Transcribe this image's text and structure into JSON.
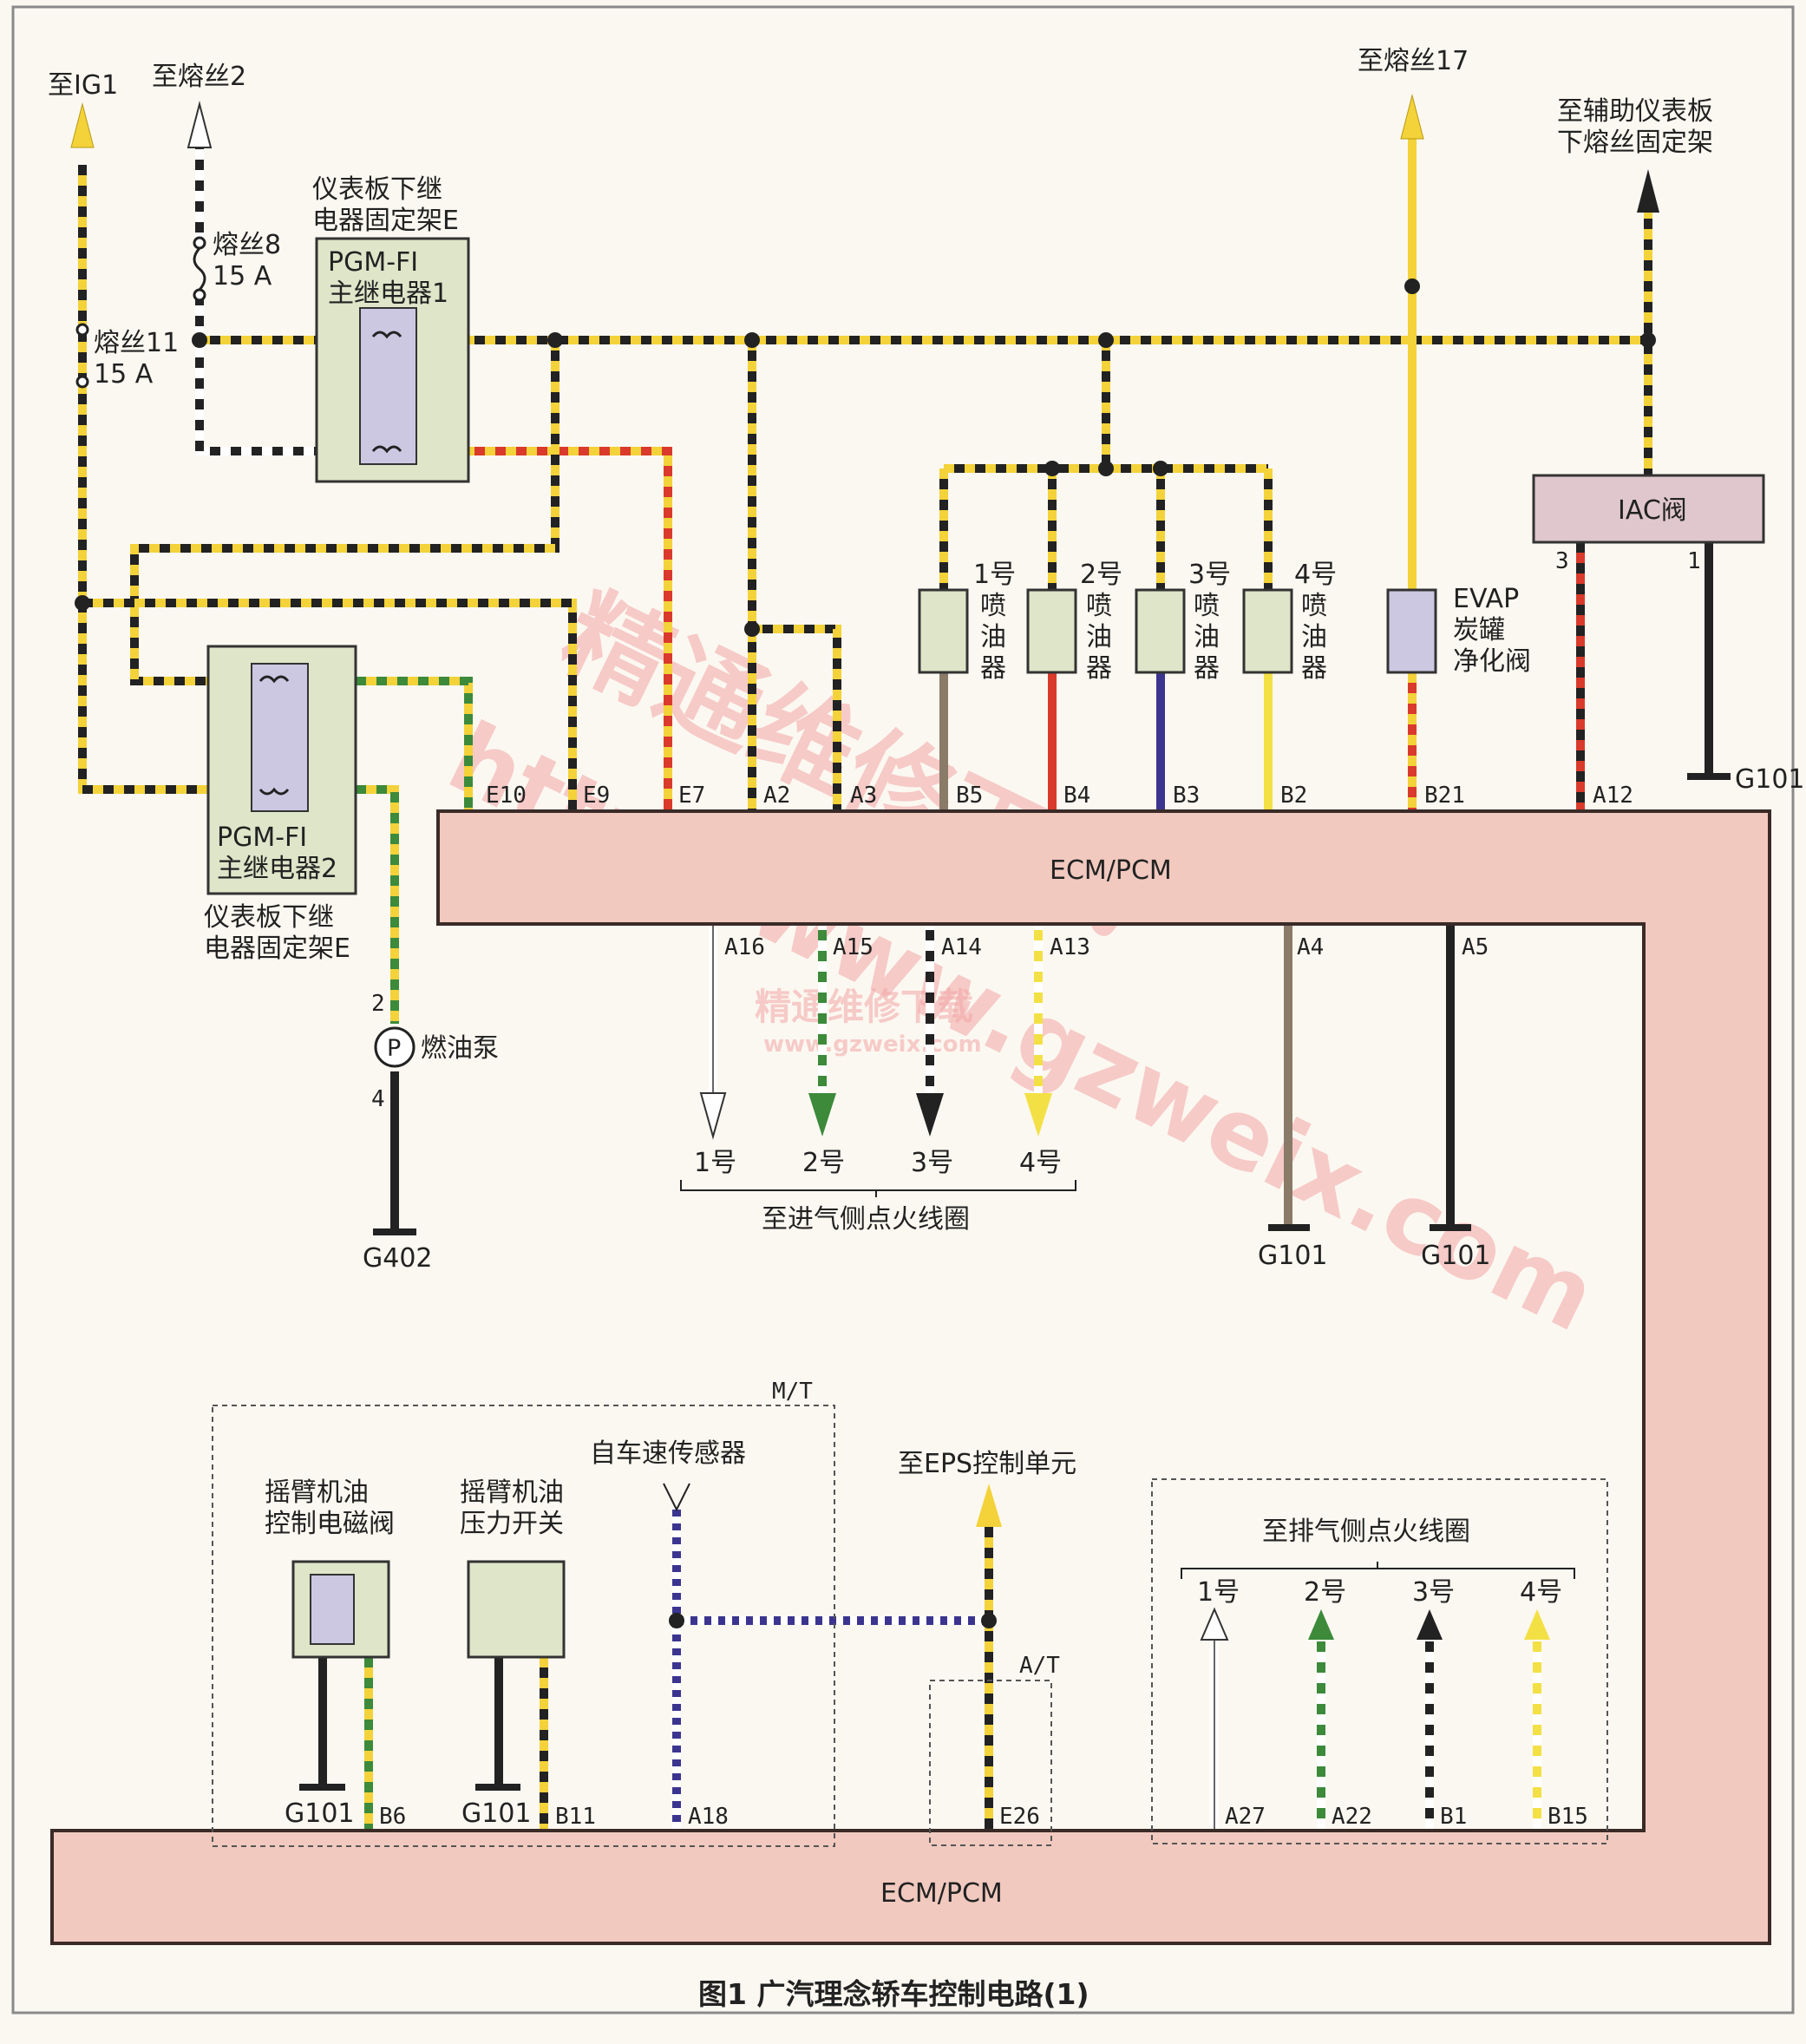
{
  "arrows_top": {
    "ig1": "至IG1",
    "fuse2": "至熔丝2",
    "fuse17": "至熔丝17",
    "aux_fuse": "至辅助仪表板\n下熔丝固定架"
  },
  "fuses": {
    "f8": "熔丝8\n15 A",
    "f11": "熔丝11\n15 A"
  },
  "relay1": {
    "label": "PGM-FI\n主继电器1",
    "bracket": "仪表板下继\n电器固定架E"
  },
  "relay2": {
    "label": "PGM-FI\n主继电器2",
    "bracket": "仪表板下继\n电器固定架E"
  },
  "injectors": [
    {
      "label": "1号\n喷\n油\n器",
      "pin": "B5"
    },
    {
      "label": "2号\n喷\n油\n器",
      "pin": "B4"
    },
    {
      "label": "3号\n喷\n油\n器",
      "pin": "B3"
    },
    {
      "label": "4号\n喷\n油\n器",
      "pin": "B2"
    }
  ],
  "evap": {
    "label": "EVAP\n炭罐\n净化阀",
    "pin": "B21"
  },
  "iac": {
    "label": "IAC阀",
    "pin": "A12"
  },
  "ecm_top_pins": [
    "E10",
    "E9",
    "E7",
    "A2",
    "A3"
  ],
  "ecm_label": "ECM/PCM",
  "pin_numbers": [
    "1",
    "2",
    "3",
    "4"
  ],
  "grounds": {
    "g101": "G101",
    "g402": "G402"
  },
  "fuel_pump": {
    "symbol": "P",
    "label": "燃油泵"
  },
  "intake_coils": {
    "title": "至进气侧点火线圈",
    "coils": [
      "1号",
      "2号",
      "3号",
      "4号"
    ],
    "pins": [
      "A16",
      "A15",
      "A14",
      "A13"
    ]
  },
  "ground_pins": [
    "A4",
    "A5"
  ],
  "lower": {
    "mt": "M/T",
    "at": "A/T",
    "rocker_valve": "摇臂机油\n控制电磁阀",
    "rocker_switch": "摇臂机油\n压力开关",
    "vss": "自车速传感器",
    "eps": "至EPS控制单元",
    "pins": [
      "B6",
      "B11",
      "A18",
      "E26"
    ],
    "exhaust_title": "至排气侧点火线圈",
    "exhaust_coils": [
      "1号",
      "2号",
      "3号",
      "4号"
    ],
    "exhaust_pins": [
      "A27",
      "A22",
      "B1",
      "B15"
    ]
  },
  "watermark": {
    "cn": "精通维修下载",
    "url": "http://www.gzweix.com",
    "url_small": "www.gzweix.com"
  },
  "caption": "图1 广汽理念轿车控制电路(1)",
  "colors": {
    "ecm_fill": "#f1c9bf",
    "ecm_stroke": "#3a2b27",
    "box_fill": "#dfe5c9",
    "iac_fill": "#dfc7cd",
    "coil_fill": "#ccc8e2"
  }
}
